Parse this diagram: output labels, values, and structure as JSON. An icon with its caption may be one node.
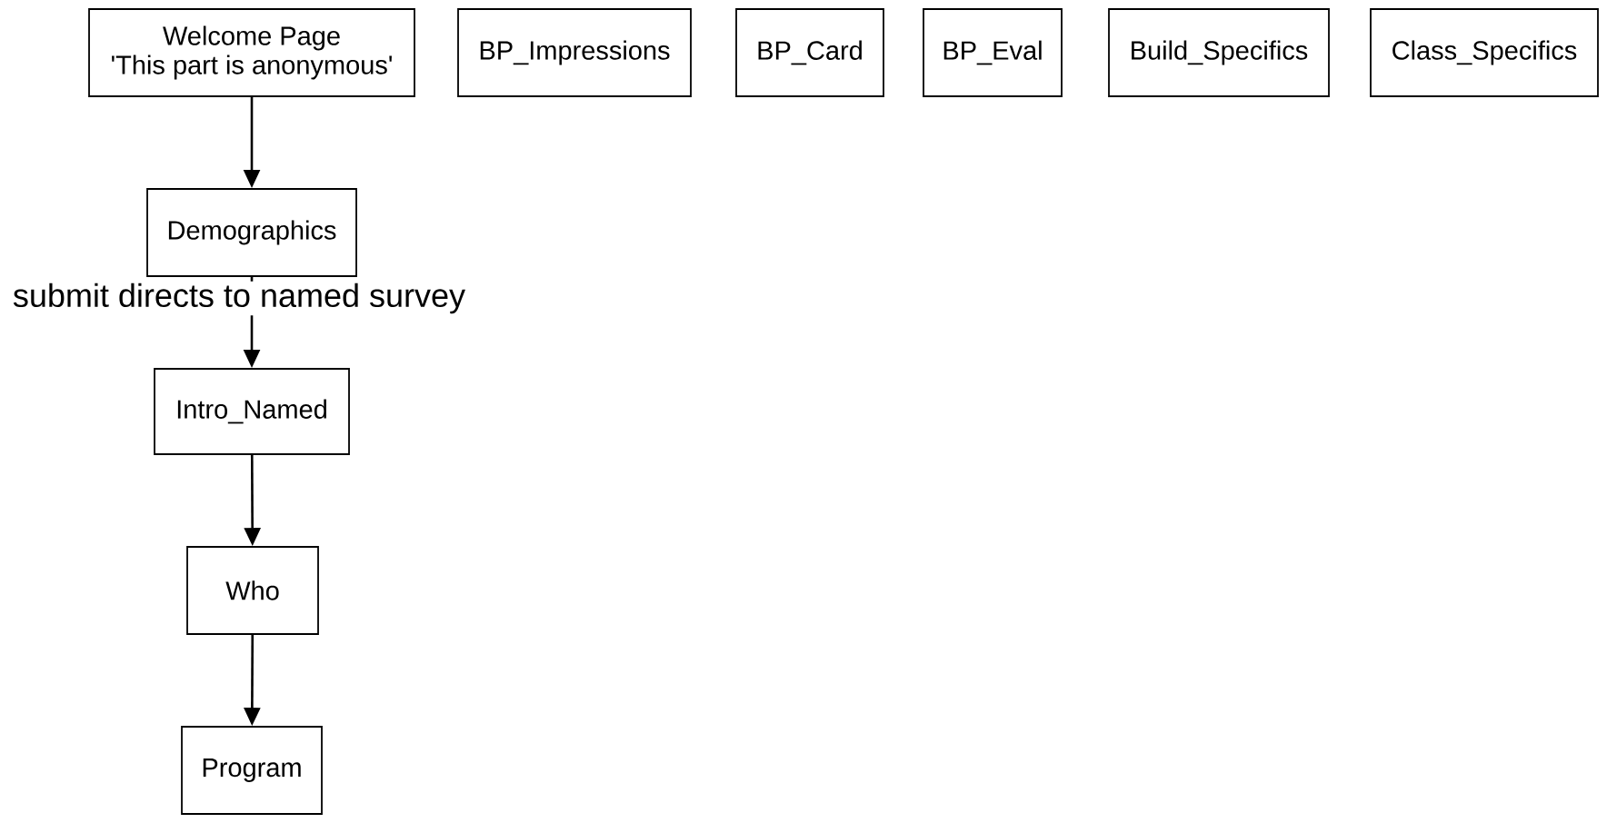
{
  "diagram": {
    "nodes": [
      {
        "text": [
          "Welcome Page",
          "'This part is anonymous'"
        ]
      },
      {
        "text": [
          "BP_Impressions"
        ]
      },
      {
        "text": [
          "BP_Card"
        ]
      },
      {
        "text": [
          "BP_Eval"
        ]
      },
      {
        "text": [
          "Build_Specifics"
        ]
      },
      {
        "text": [
          "Class_Specifics"
        ]
      },
      {
        "text": [
          "Demographics"
        ]
      },
      {
        "text": [
          "Intro_Named"
        ]
      },
      {
        "text": [
          "Who"
        ]
      },
      {
        "text": [
          "Program"
        ]
      }
    ],
    "edges": [
      {
        "from": 0,
        "to": 6,
        "arrow": "to"
      },
      {
        "from": 6,
        "to": 7,
        "arrow": "to",
        "label": "submit directs to named survey"
      },
      {
        "from": 7,
        "to": 8,
        "arrow": "to"
      },
      {
        "from": 8,
        "to": 9,
        "arrow": "to"
      }
    ]
  }
}
